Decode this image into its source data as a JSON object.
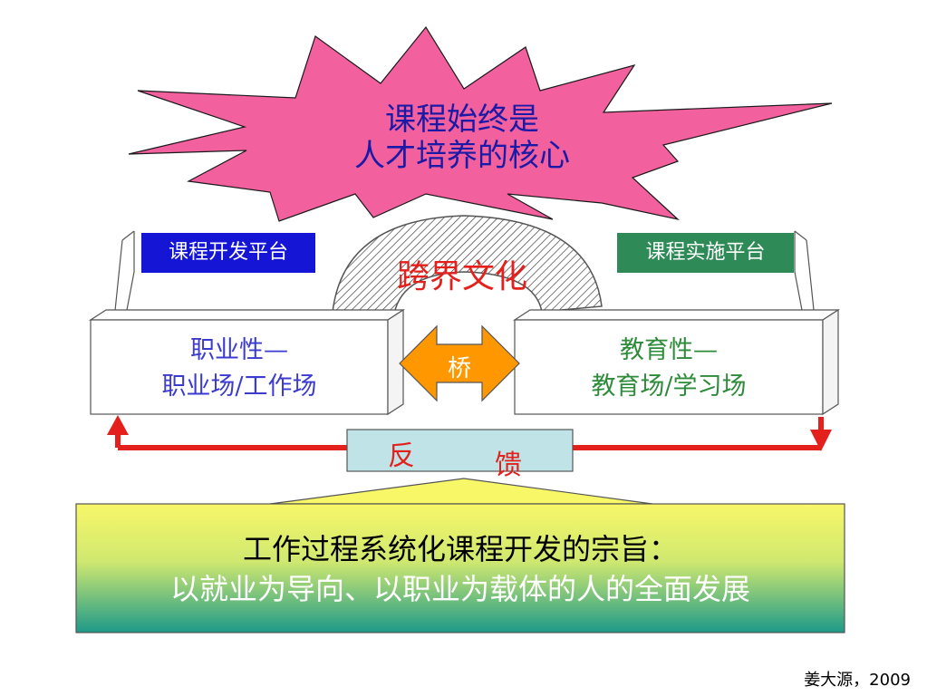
{
  "star": {
    "line1": "课程始终是",
    "line2": "人才培养的核心"
  },
  "arch": {
    "label": "跨界文化"
  },
  "left_platform": {
    "label": "课程开发平台",
    "line1": "职业性—",
    "line2": "职业场/工作场"
  },
  "right_platform": {
    "label": "课程实施平台",
    "line1": "教育性—",
    "line2": "教育场/学习场"
  },
  "bridge": {
    "label": "桥"
  },
  "feedback": {
    "char1": "反",
    "char2": "馈"
  },
  "aim": {
    "line1": "工作过程系统化课程开发的宗旨：",
    "line2": "以就业为导向、以职业为载体的人的全面发展"
  },
  "credit": "姜大源，2009",
  "colors": {
    "star_fill": "#f2609e",
    "star_text": "#1a1aa6",
    "left_label_bg": "#1515d6",
    "right_label_bg": "#2e8b57",
    "left_text": "#3b3bd0",
    "right_text": "#2e8b3a",
    "bridge": "#ff9800",
    "feedback_red": "#e3201b",
    "feedback_box": "#bfe3e6",
    "aim_top": "#f7f66a",
    "aim_bottom": "#1e9b8a"
  }
}
